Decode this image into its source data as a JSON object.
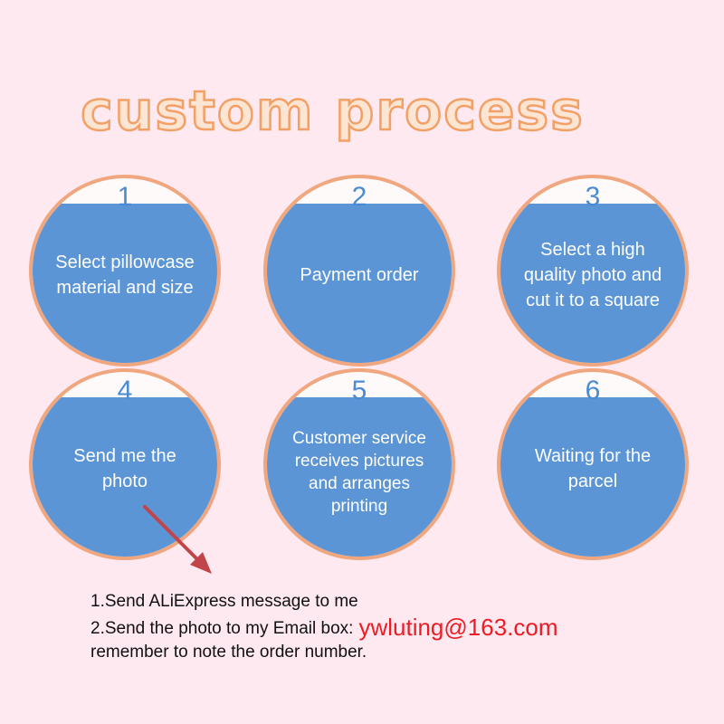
{
  "title": "custom process",
  "steps": [
    {
      "number": "1",
      "label": "Select pillowcase material and size"
    },
    {
      "number": "2",
      "label": "Payment order"
    },
    {
      "number": "3",
      "label": "Select a high quality photo and cut it to a square"
    },
    {
      "number": "4",
      "label": "Send me the photo"
    },
    {
      "number": "5",
      "label": "Customer service receives pictures and arranges printing"
    },
    {
      "number": "6",
      "label": "Waiting for the parcel"
    }
  ],
  "notes": {
    "line1": "1.Send ALiExpress message to me",
    "line2": "2.Send the photo to my Email box:",
    "email": "ywluting@163.com",
    "line3": "remember to note the order number."
  },
  "colors": {
    "background": "#fde9ef",
    "circle_border": "#f0a780",
    "circle_fill": "#5b95d5",
    "number": "#4a8bd1",
    "title_fill": "#fce6d3",
    "title_outline": "#f3a066",
    "arrow": "#c0444a",
    "email": "#ee1b24"
  }
}
